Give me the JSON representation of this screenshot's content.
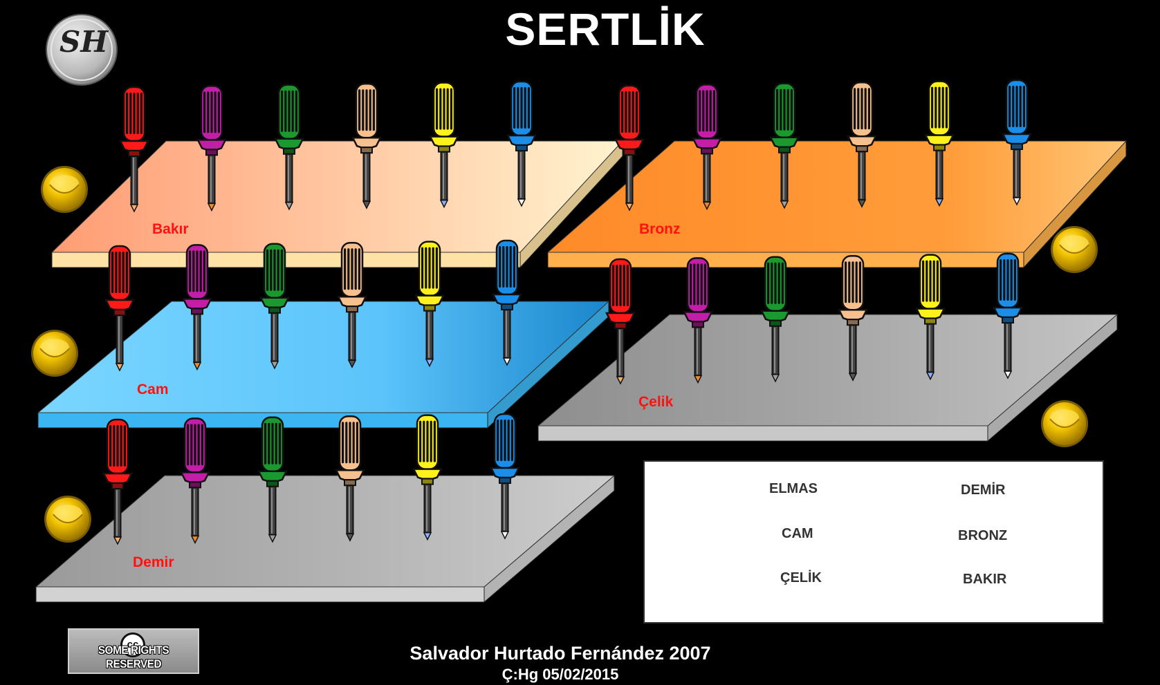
{
  "title": "SERTLİK",
  "logo_monogram": "SH",
  "plates": [
    {
      "id": "bakir",
      "label": "Bakır",
      "color_light": "#ffa27a",
      "color_dark": "#fff0c8",
      "front": "#ffe3a6"
    },
    {
      "id": "bronz",
      "label": "Bronz",
      "color_light": "#ff8f2e",
      "color_dark": "#ffc16e",
      "front": "#ffb04c"
    },
    {
      "id": "cam",
      "label": "Cam",
      "color_light": "#6fd0ff",
      "color_dark": "#1a8ad0",
      "front": "#3cb6f2"
    },
    {
      "id": "celik",
      "label": "Çelik",
      "color_light": "#b8b8b8",
      "color_dark": "#8a8a8a",
      "front": "#c8c8c8"
    },
    {
      "id": "demir",
      "label": "Demir",
      "color_light": "#c6c6c6",
      "color_dark": "#959595",
      "front": "#d2d2d2"
    }
  ],
  "screwdriver_colors": [
    "#ff1a1a",
    "#c21ea8",
    "#1a9a2e",
    "#f7c08f",
    "#fff21c",
    "#1a8ee8"
  ],
  "tip_colors": [
    "#f3b066",
    "#ef8a2a",
    "#a0a0a0",
    "#555555",
    "#8ab0ff",
    "#ffffff"
  ],
  "legend": {
    "items": [
      {
        "label": "ELMAS",
        "color": "#1a8ee8"
      },
      {
        "label": "DEMİR",
        "color": "#1a9a2e"
      },
      {
        "label": "CAM",
        "color": "#fff21c"
      },
      {
        "label": "BRONZ",
        "color": "#c21ea8"
      },
      {
        "label": "ÇELİK",
        "color": "#f7c08f"
      },
      {
        "label": "BAKIR",
        "color": "#ff1a1a"
      }
    ]
  },
  "cc_badge": {
    "symbol": "cc",
    "text": "SOME RIGHTS RESERVED"
  },
  "credit": {
    "author": "Salvador Hurtado Fernández 2007",
    "date": "Ç:Hg 05/02/2015"
  }
}
